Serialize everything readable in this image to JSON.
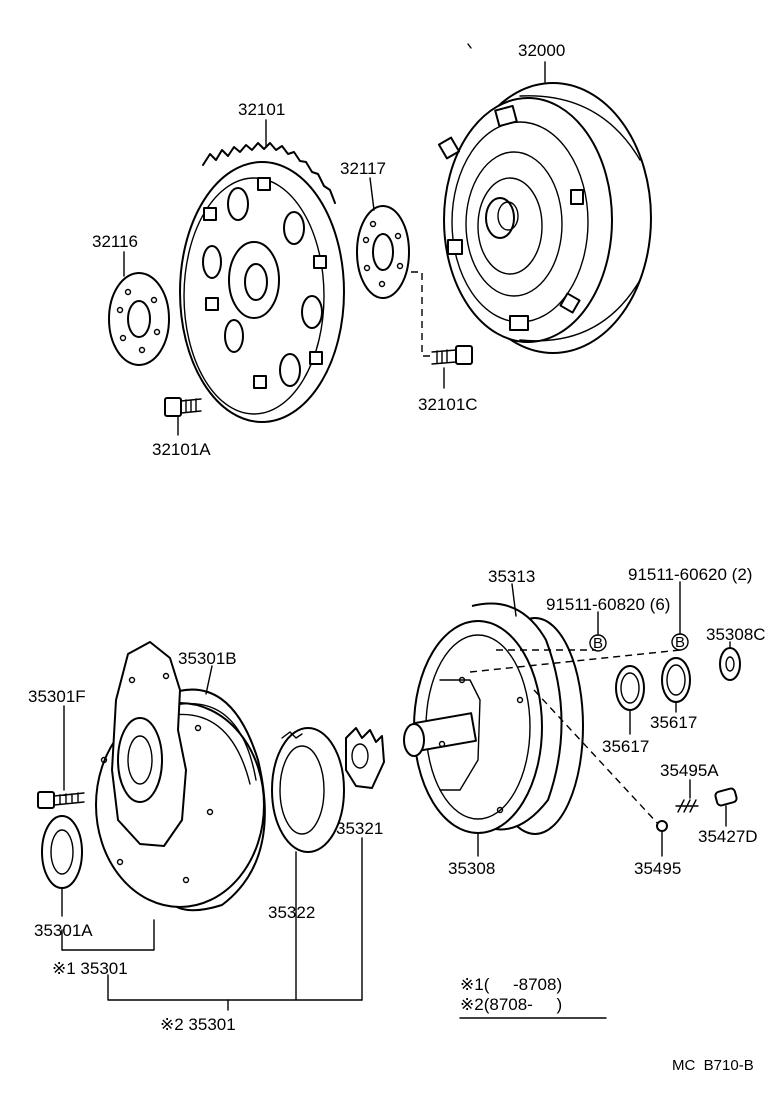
{
  "labels": {
    "p32000": "32000",
    "p32101": "32101",
    "p32117": "32117",
    "p32116": "32116",
    "p32101C": "32101C",
    "p32101A": "32101A",
    "p35313": "35313",
    "p91511_60620": "91511-60620 (2)",
    "p91511_60820": "91511-60820 (6)",
    "p35308C": "35308C",
    "p35301B": "35301B",
    "p35301F": "35301F",
    "p35617a": "35617",
    "p35617b": "35617",
    "p35495A": "35495A",
    "p35321": "35321",
    "p35427D": "35427D",
    "p35308": "35308",
    "p35495": "35495",
    "p35322": "35322",
    "p35301A": "35301A",
    "k1_35301": "※1 35301",
    "k2_35301": "※2 35301",
    "bolt_mark": "B"
  },
  "legend": {
    "row1": "※1(     -8708)",
    "row2": "※2(8708-     )"
  },
  "ref_code": "MC  B710-B"
}
